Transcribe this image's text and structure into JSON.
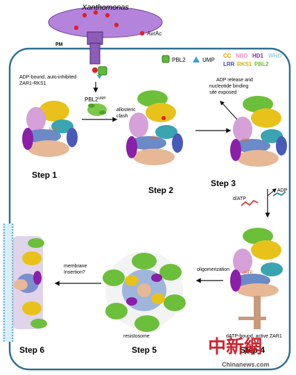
{
  "pathogen": {
    "name": "Xanthomonas",
    "effector_label": "AvrAc"
  },
  "membrane_label": "PM",
  "legend": {
    "pbl2_label": "PBL2",
    "ump_label": "UMP",
    "domains": [
      {
        "key": "CC",
        "color": "#e0b000"
      },
      {
        "key": "NBD",
        "color": "#f08cc8"
      },
      {
        "key": "HD1",
        "color": "#8a1fa8"
      },
      {
        "key": "WHD",
        "color": "#9ecfe3"
      },
      {
        "key": "LRR",
        "color": "#3a4fb0"
      },
      {
        "key": "RKS1",
        "color": "#e0b000"
      },
      {
        "key": "PBL2",
        "color": "#6cbf3a"
      }
    ]
  },
  "annotations": {
    "adp_bound": "ADP-bound, auto-inhibited ZAR1-RKS1",
    "pbl2_ump": "PBL2",
    "pbl2_ump_sup": "UMP",
    "allosteric": "allosteric clash",
    "adp_release": "ADP release and nucleotide binding site exposed",
    "datp": "d/ATP",
    "adp": "ADP",
    "datp_bound": "dATP-bound, active ZAR1",
    "oligomerization": "oligomerization",
    "membrane_insertion": "membrane Insertion?",
    "resistosome": "resistosome"
  },
  "molecule_labels": {
    "adp1": "ADP",
    "adp2": "ADP",
    "adp3": "ADP",
    "datp": "dATP"
  },
  "steps": [
    "Step 1",
    "Step 2",
    "Step 3",
    "Step 4",
    "Step 5",
    "Step 6"
  ],
  "watermark": {
    "main": "中新網",
    "site": "Chinanews.com"
  }
}
